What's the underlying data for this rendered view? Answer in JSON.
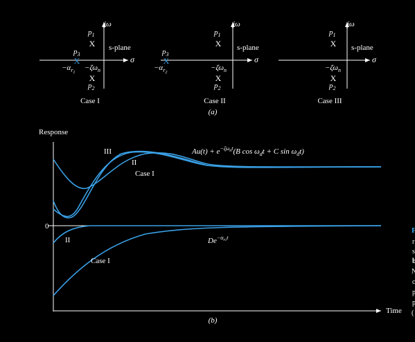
{
  "colors": {
    "background": "#000000",
    "foreground": "#ffffff",
    "accent": "#3aa0e6"
  },
  "pole_plots": {
    "axis_vertical_label": "jω",
    "axis_horizontal_label": "σ",
    "plane_label": "s-plane",
    "p1_label": "p",
    "p1_sub": "1",
    "p2_label": "p",
    "p2_sub": "2",
    "p3_label": "p",
    "p3_sub": "3",
    "neg_zeta_label": "−ζω",
    "neg_zeta_sub": "n",
    "neg_alpha_label": "−α",
    "neg_alpha_sub": "r",
    "neg_alpha_subsub": "1",
    "neg_alpha2_subsub": "2",
    "case_labels": [
      "Case I",
      "Case II",
      "Case III"
    ],
    "part_label": "(a)"
  },
  "response_plot": {
    "y_label": "Response",
    "x_label": "Time",
    "zero_label": "0",
    "curve_labels": {
      "iii": "III",
      "ii_upper": "II",
      "case1_upper": "Case I",
      "ii_lower": "II",
      "case1_lower": "Case I"
    },
    "upper_formula": "Au(t) + e^{−ζω_n t}(B cos ω_d t + C sin ω_d t)",
    "upper_formula_parts": [
      "Au(t) + e",
      "−ζω",
      "n",
      "t",
      "(B cos ω",
      "d",
      "t + C sin ω",
      "d",
      "t)"
    ],
    "lower_formula_parts": [
      "De",
      "−α",
      "r",
      "1",
      "t"
    ],
    "part_label": "(b)"
  },
  "side_caption": {
    "title_fragment": "F",
    "lines": [
      "r",
      "s",
      "b",
      "N",
      "c",
      "p",
      "p",
      "("
    ]
  }
}
